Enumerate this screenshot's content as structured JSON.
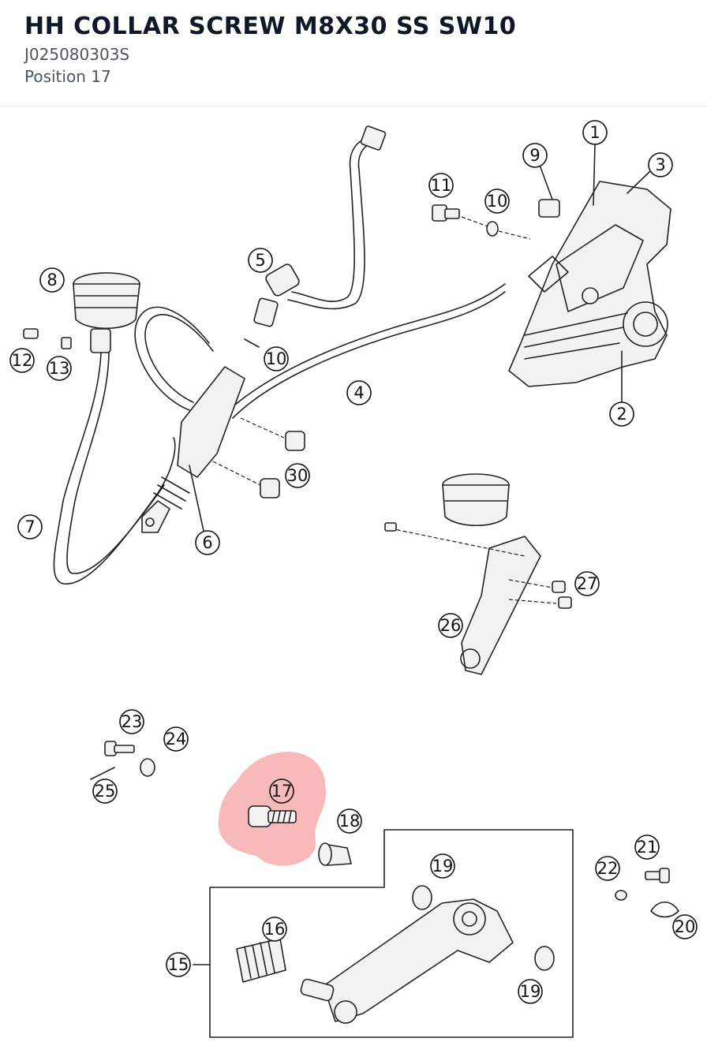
{
  "header": {
    "title": "HH COLLAR SCREW M8X30 SS SW10",
    "part_number": "J025080303S",
    "position": "Position 17"
  },
  "diagram": {
    "highlight_color": "#f08080",
    "callouts": [
      {
        "id": "c1",
        "label": "1"
      },
      {
        "id": "c2",
        "label": "2"
      },
      {
        "id": "c3",
        "label": "3"
      },
      {
        "id": "c4",
        "label": "4"
      },
      {
        "id": "c5",
        "label": "5"
      },
      {
        "id": "c6",
        "label": "6"
      },
      {
        "id": "c7",
        "label": "7"
      },
      {
        "id": "c8",
        "label": "8"
      },
      {
        "id": "c9",
        "label": "9"
      },
      {
        "id": "c10a",
        "label": "10"
      },
      {
        "id": "c10b",
        "label": "10"
      },
      {
        "id": "c11",
        "label": "11"
      },
      {
        "id": "c12",
        "label": "12"
      },
      {
        "id": "c13",
        "label": "13"
      },
      {
        "id": "c15",
        "label": "15"
      },
      {
        "id": "c16",
        "label": "16"
      },
      {
        "id": "c17",
        "label": "17"
      },
      {
        "id": "c18",
        "label": "18"
      },
      {
        "id": "c19a",
        "label": "19"
      },
      {
        "id": "c19b",
        "label": "19"
      },
      {
        "id": "c20",
        "label": "20"
      },
      {
        "id": "c21",
        "label": "21"
      },
      {
        "id": "c22",
        "label": "22"
      },
      {
        "id": "c23",
        "label": "23"
      },
      {
        "id": "c24",
        "label": "24"
      },
      {
        "id": "c25",
        "label": "25"
      },
      {
        "id": "c26",
        "label": "26"
      },
      {
        "id": "c27",
        "label": "27"
      },
      {
        "id": "c30",
        "label": "30"
      }
    ]
  }
}
